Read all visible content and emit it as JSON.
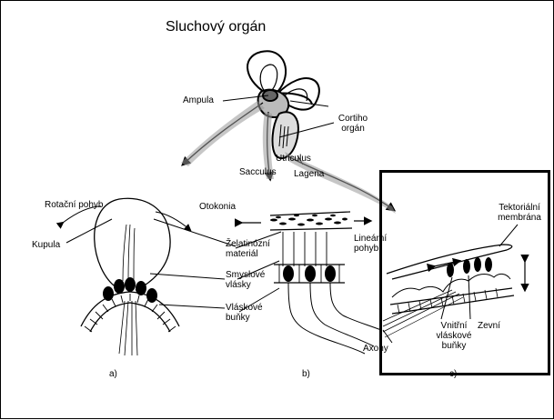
{
  "title": "Sluchový orgán",
  "top_labels": {
    "ampula": "Ampula",
    "utriculus": "Utriculus",
    "sacculus": "Sacculus",
    "lagena": "Lagena",
    "cortiho_line1": "Cortiho",
    "cortiho_line2": "orgán"
  },
  "panel_a": {
    "rotacni": "Rotační pohyb",
    "kupula": "Kupula",
    "caption": "a)"
  },
  "panel_b": {
    "otokonia": "Otokonia",
    "zelatinozni_line1": "Želatinózní",
    "zelatinozni_line2": "materiál",
    "smyslove_line1": "Smyslové",
    "smyslove_line2": "vlásky",
    "vlaskove_line1": "Vláskové",
    "vlaskove_line2": "buňky",
    "linearni_line1": "Lineární",
    "linearni_line2": "pohyb",
    "caption": "b)"
  },
  "panel_c": {
    "tektorialni_line1": "Tektoriální",
    "tektorialni_line2": "membrána",
    "axony": "Axony",
    "vnitrni_line1": "Vnitřní",
    "vnitrni_line2": "vláskové",
    "vnitrni_line3": "buňky",
    "zevni": "Zevní",
    "caption": "c)"
  }
}
